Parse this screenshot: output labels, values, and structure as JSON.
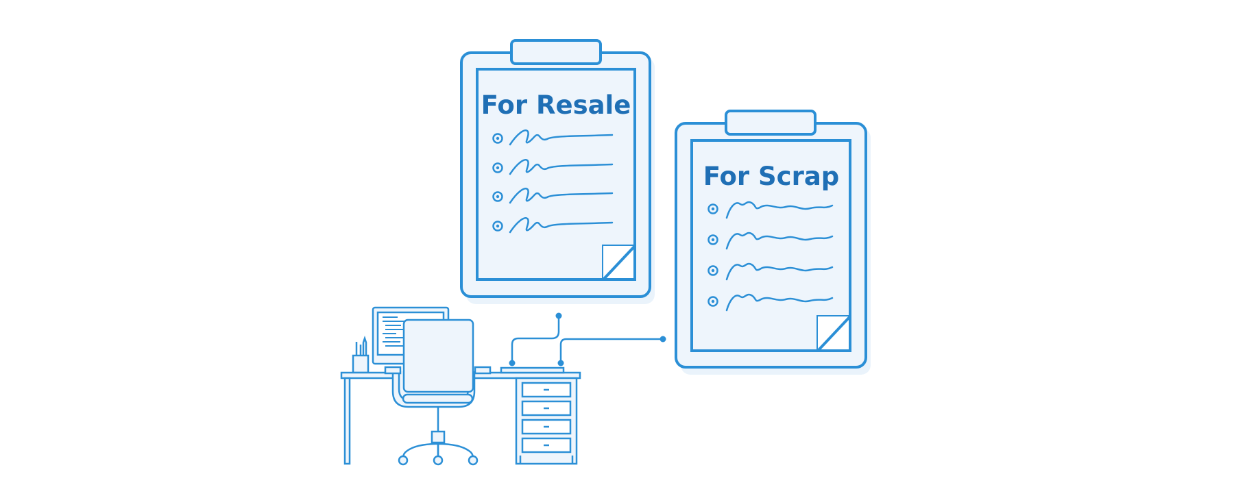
{
  "illustration": {
    "clipboards": [
      {
        "title": "For Resale",
        "bullets": 4
      },
      {
        "title": "For Scrap",
        "bullets": 4
      }
    ],
    "colors": {
      "line": "#2b8fd6",
      "fill_light": "#e9f2fb",
      "title": "#1f6fb5",
      "background": "#ffffff"
    }
  }
}
